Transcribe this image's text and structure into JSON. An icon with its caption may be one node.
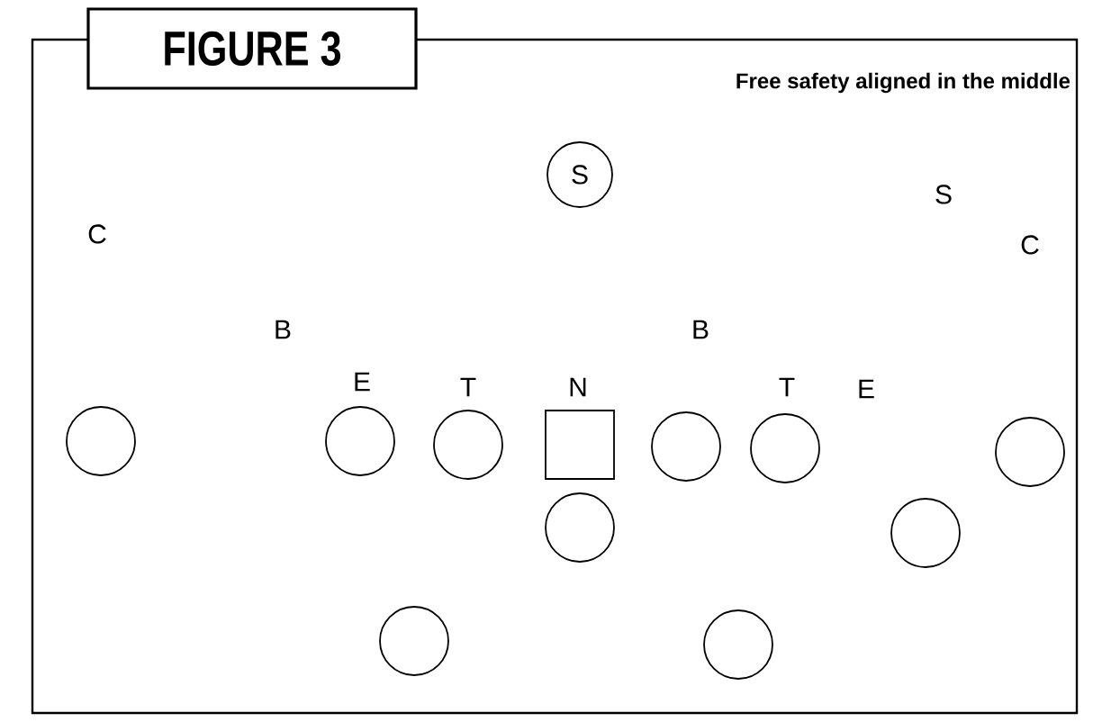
{
  "diagram": {
    "title": "FIGURE 3",
    "caption": "Free safety aligned in the middle",
    "nodes": [
      {
        "text": [
          "S"
        ]
      },
      {
        "text": [],
        "shape": "circle"
      },
      {
        "text": [],
        "shape": "circle"
      },
      {
        "text": [],
        "shape": "circle"
      },
      {
        "text": [],
        "shape": "box"
      },
      {
        "text": [],
        "shape": "circle"
      },
      {
        "text": [],
        "shape": "circle"
      },
      {
        "text": [],
        "shape": "circle"
      },
      {
        "text": [],
        "shape": "circle"
      },
      {
        "text": [],
        "shape": "circle"
      },
      {
        "text": [],
        "shape": "circle"
      },
      {
        "text": [],
        "shape": "circle"
      }
    ],
    "labels": [
      "C",
      "S",
      "C",
      "B",
      "B",
      "E",
      "T",
      "N",
      "T",
      "E"
    ]
  }
}
